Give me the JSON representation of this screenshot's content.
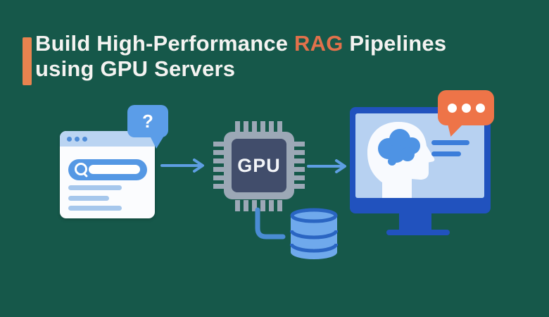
{
  "background_color": "#16584A",
  "title": {
    "line1_pre": "Build High-Performance ",
    "highlight": "RAG",
    "line1_post": " Pipelines",
    "line2": "using GPU Servers",
    "text_color": "#F4F3F1",
    "highlight_color": "#E2714B",
    "accent_bar_color": "#E8834F"
  },
  "pipeline": {
    "query_window": {
      "icon": "browser-search-window",
      "titlebar_dots": 3,
      "question_bubble": {
        "icon": "question-bubble",
        "text": "?"
      }
    },
    "gpu_chip": {
      "icon": "gpu-chip",
      "label": "GPU"
    },
    "database": {
      "icon": "database-cylinder",
      "segments": 3
    },
    "output_monitor": {
      "icon": "monitor-with-ai-head",
      "chat_bubble": {
        "icon": "chat-dots-bubble",
        "dots": 3
      }
    },
    "arrows": [
      "query-to-gpu",
      "gpu-to-monitor",
      "gpu-to-database"
    ]
  },
  "colors": {
    "blue_bubble": "#5B9DE8",
    "blue_monitor": "#2152BE",
    "blue_screen": "#B7D1F1",
    "blue_arrow": "#5E9EE2",
    "blue_cylinder": "#6FA9EC",
    "blue_cylinder_band": "#2A65C2",
    "orange_bubble": "#EE7448",
    "chip_gray": "#9CA8B6",
    "chip_core": "#414D6B"
  }
}
